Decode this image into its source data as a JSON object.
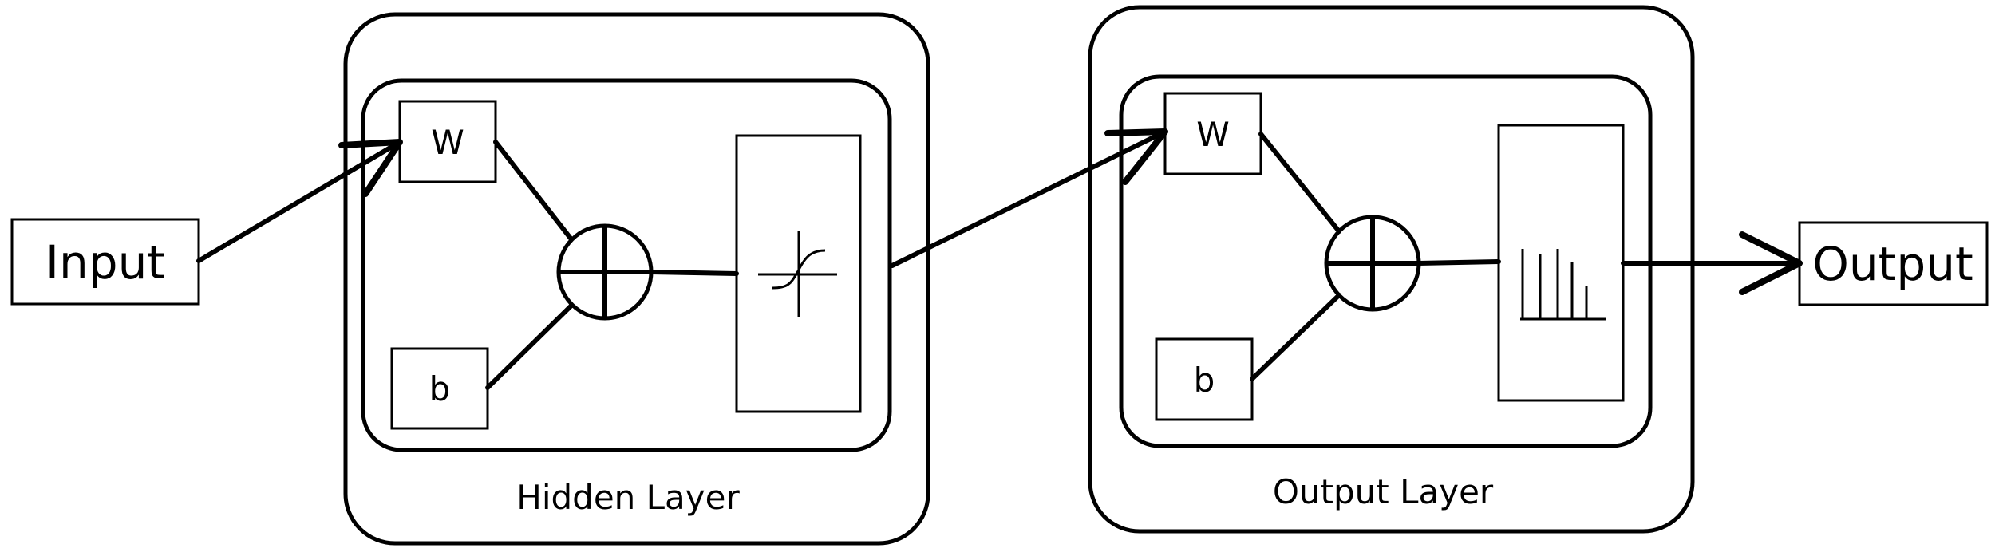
{
  "diagram": {
    "input_label": "Input",
    "output_label": "Output",
    "hidden_layer": {
      "title": "Hidden Layer",
      "weight_label": "W",
      "bias_label": "b",
      "activation_icon": "sigmoid-curve-icon"
    },
    "output_layer": {
      "title": "Output Layer",
      "weight_label": "W",
      "bias_label": "b",
      "activation_icon": "softmax-bars-icon"
    },
    "sum_icon": "circled-plus-icon"
  }
}
